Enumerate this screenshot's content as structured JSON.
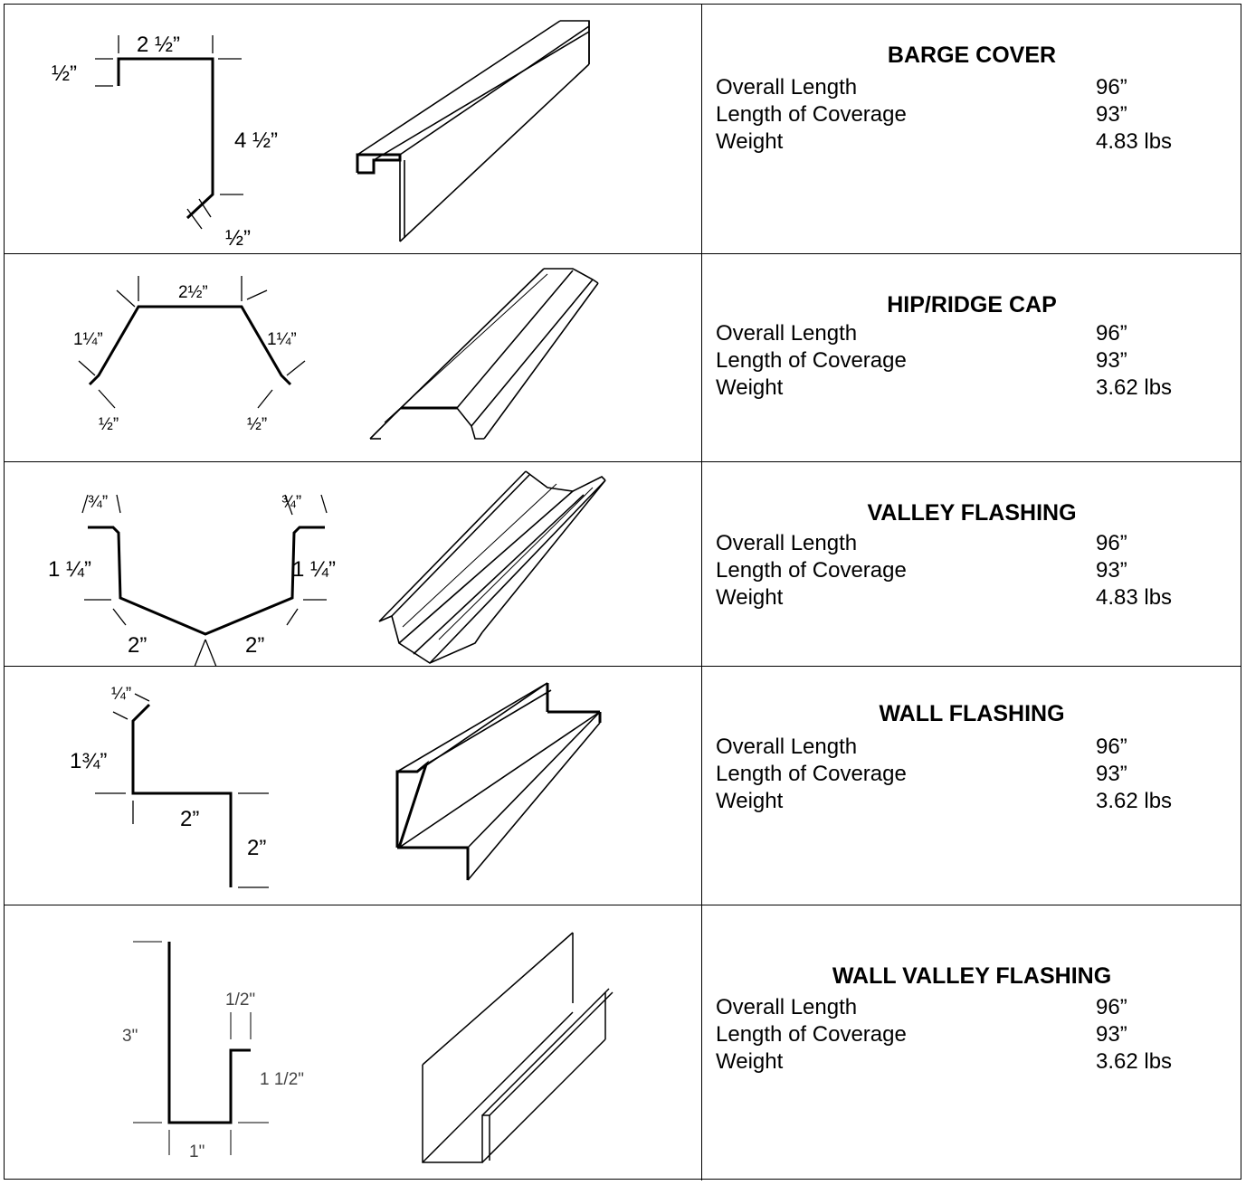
{
  "products": [
    {
      "title": "BARGE COVER",
      "specs": [
        {
          "label": "Overall Length",
          "value": "96”"
        },
        {
          "label": "Length of Coverage",
          "value": "93”"
        },
        {
          "label": "Weight",
          "value": "4.83 lbs"
        }
      ],
      "dims": [
        "2 ½”",
        "½”",
        "4 ½”",
        "½”"
      ]
    },
    {
      "title": "HIP/RIDGE CAP",
      "specs": [
        {
          "label": "Overall Length",
          "value": "96”"
        },
        {
          "label": "Length of Coverage",
          "value": "93”"
        },
        {
          "label": "Weight",
          "value": "3.62 lbs"
        }
      ],
      "dims": [
        "2½”",
        "1¼”",
        "1¼”",
        "½”",
        "½”"
      ]
    },
    {
      "title": "VALLEY FLASHING",
      "specs": [
        {
          "label": "Overall Length",
          "value": "96”"
        },
        {
          "label": "Length of Coverage",
          "value": "93”"
        },
        {
          "label": "Weight",
          "value": "4.83 lbs"
        }
      ],
      "dims": [
        "¾”",
        "¾”",
        "1 ¼”",
        "1 ¼”",
        "2”",
        "2”"
      ]
    },
    {
      "title": "WALL FLASHING",
      "specs": [
        {
          "label": "Overall Length",
          "value": "96”"
        },
        {
          "label": "Length of Coverage",
          "value": "93”"
        },
        {
          "label": "Weight",
          "value": "3.62 lbs"
        }
      ],
      "dims": [
        "¼”",
        "1¾”",
        "2”",
        "2”"
      ]
    },
    {
      "title": "WALL VALLEY FLASHING",
      "specs": [
        {
          "label": "Overall Length",
          "value": "96”"
        },
        {
          "label": "Length of Coverage",
          "value": "93”"
        },
        {
          "label": "Weight",
          "value": "3.62 lbs"
        }
      ],
      "dims": [
        "1/2\"",
        "3\"",
        "1 1/2\"",
        "1\""
      ]
    }
  ]
}
